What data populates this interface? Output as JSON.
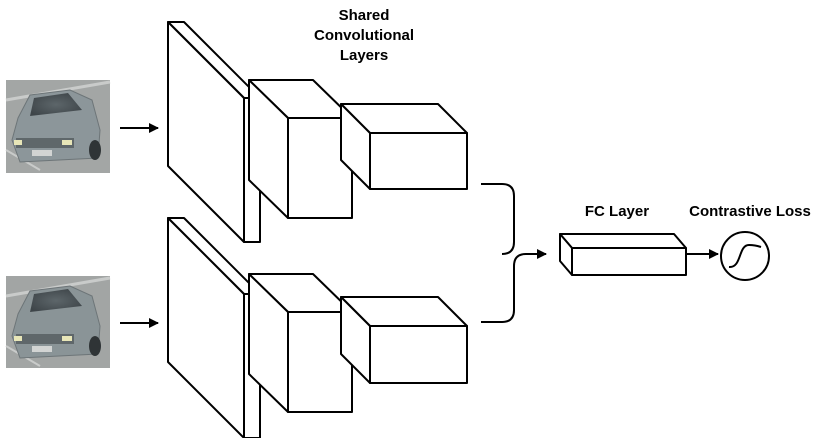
{
  "labels": {
    "shared_line1": "Shared",
    "shared_line2": "Convolutional",
    "shared_line3": "Layers",
    "fc_layer": "FC Layer",
    "contrastive_loss": "Contrastive Loss"
  },
  "inputs": [
    {
      "kind": "car-photo",
      "colors": {
        "body": "#8c969a",
        "background": "#9da1a1"
      }
    },
    {
      "kind": "car-photo",
      "colors": {
        "body": "#8a9497",
        "background": "#9c9f9f"
      }
    }
  ],
  "colors": {
    "stroke": "#000000",
    "fill": "#ffffff"
  }
}
